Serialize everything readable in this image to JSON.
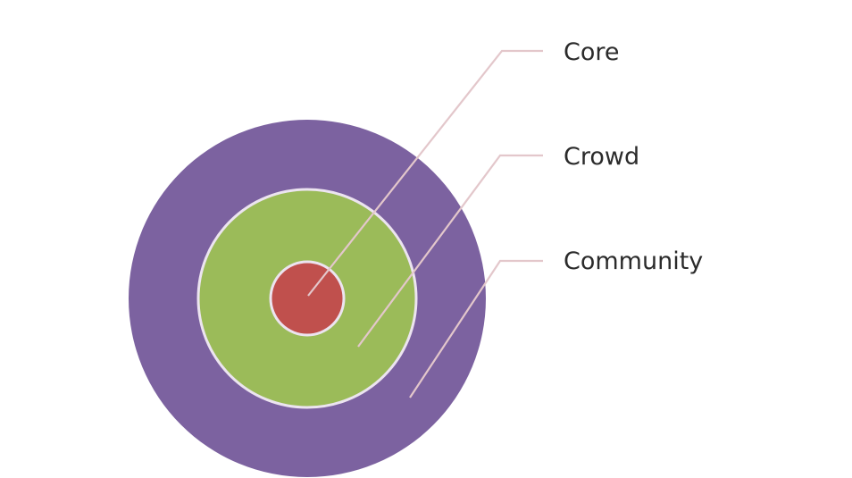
{
  "diagram": {
    "type": "nested-circles",
    "layers": [
      {
        "key": "community",
        "label": "Community",
        "color": "#7c62a0"
      },
      {
        "key": "crowd",
        "label": "Crowd",
        "color": "#9bbb59"
      },
      {
        "key": "core",
        "label": "Core",
        "color": "#c0504d"
      }
    ],
    "leader_color": "#e3c7cb",
    "label_color": "#2b2b2b"
  }
}
